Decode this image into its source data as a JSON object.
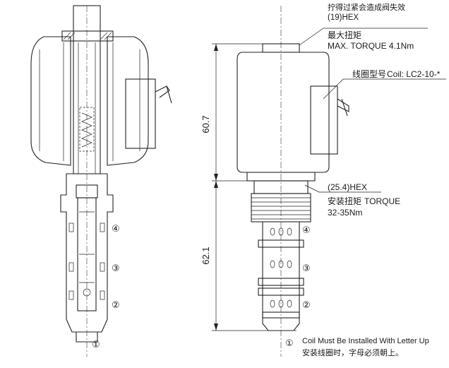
{
  "annotations": {
    "hex_top_cn": "拧得过紧会造成阀失效",
    "hex_top_size": "(19)HEX",
    "max_torque_cn": "最大扭矩",
    "max_torque_en": "MAX. TORQUE 4.1Nm",
    "coil_model_cn": "线圈型号",
    "coil_model_en": "Coil: LC2-10-*",
    "hex_bottom_size": "(25.4)HEX",
    "install_torque_cn": "安装扭矩",
    "install_torque_en": "TORQUE",
    "install_torque_value": "32-35Nm",
    "note_en": "Coil Must Be Installed With Letter Up",
    "note_cn": "安装线圈时，字母必须朝上。"
  },
  "dimensions": {
    "coil_height": "60.7",
    "body_length": "62.1"
  },
  "ports": {
    "left": [
      "④",
      "③",
      "②",
      "①"
    ],
    "right": [
      "④",
      "③",
      "②",
      "①"
    ]
  }
}
